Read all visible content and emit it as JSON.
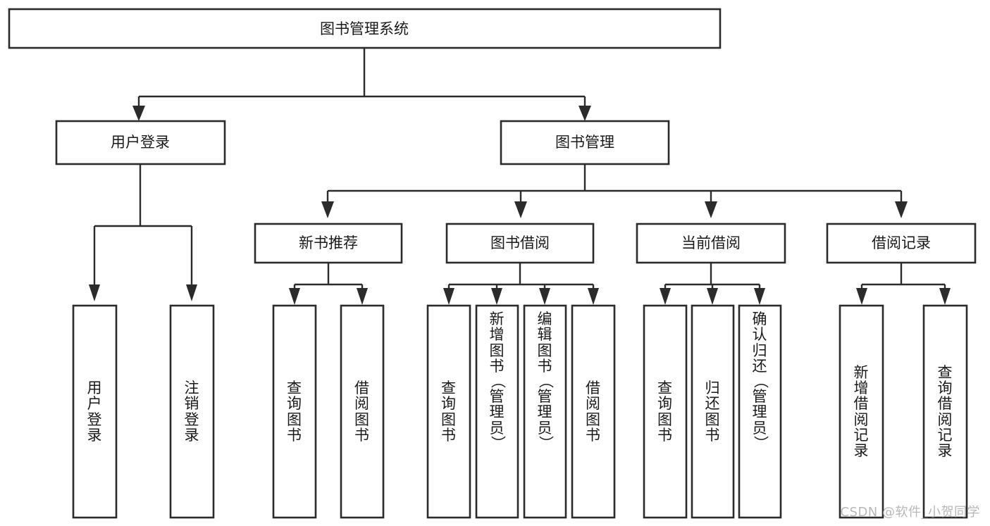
{
  "diagram": {
    "title": "图书管理系统",
    "watermark": "CSDN @软件_小贺同学",
    "colors": {
      "stroke": "#2b2b2b",
      "fill": "#ffffff",
      "text": "#1a1a1a",
      "watermark": "#b8b8b8",
      "background": "#ffffff"
    },
    "root": {
      "label": "图书管理系统"
    },
    "level1": [
      {
        "label": "用户登录"
      },
      {
        "label": "图书管理"
      }
    ],
    "level2": [
      {
        "label": "新书推荐"
      },
      {
        "label": "图书借阅"
      },
      {
        "label": "当前借阅"
      },
      {
        "label": "借阅记录"
      }
    ],
    "leaves": {
      "user_login": [
        {
          "label": "用户登录"
        },
        {
          "label": "注销登录"
        }
      ],
      "new_book_recommend": [
        {
          "label": "查询图书"
        },
        {
          "label": "借阅图书"
        }
      ],
      "book_borrow": [
        {
          "label": "查询图书"
        },
        {
          "label": "新增图书（管理员）"
        },
        {
          "label": "编辑图书（管理员）"
        },
        {
          "label": "借阅图书"
        }
      ],
      "current_borrow": [
        {
          "label": "查询图书"
        },
        {
          "label": "归还图书"
        },
        {
          "label": "确认归还（管理员）"
        }
      ],
      "borrow_record": [
        {
          "label": "新增借阅记录"
        },
        {
          "label": "查询借阅记录"
        }
      ]
    }
  }
}
